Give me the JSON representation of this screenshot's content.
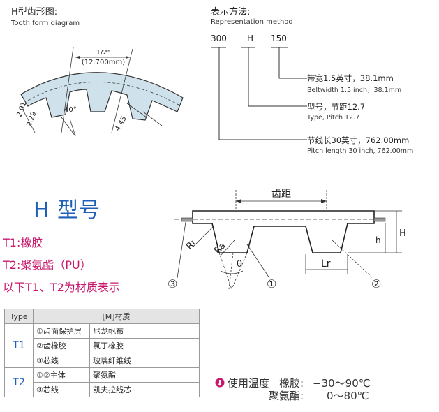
{
  "tooth_diagram": {
    "title": "H型齿形图:",
    "subtitle": "Tooth form diagram",
    "dim_pitch_in": "1/2\"",
    "dim_pitch_mm": "(12.700mm)",
    "dim_a": "2.01",
    "dim_b": "2.29",
    "dim_angle": "40°",
    "dim_c": "4.45"
  },
  "representation": {
    "title": "表示方法:",
    "subtitle": "Representation method",
    "code_length": "300",
    "code_type": "H",
    "code_width": "150",
    "width_cn": "带宽1.5英寸，38.1mm",
    "width_en": "Beltwidth 1.5 inch，38.1mm",
    "type_cn": "型号，节距12.7",
    "type_en": "Type, Pitch 12.7",
    "length_cn": "节线长30英寸，762.00mm",
    "length_en": "Pitch length 30 inch, 762.00mm"
  },
  "model": {
    "title": "H 型号",
    "t1": "T1:橡胶",
    "t2": "T2:聚氨酯（PU）",
    "note": "以下T1、T2为材质表示"
  },
  "profile": {
    "pitch_label": "齿距",
    "rr": "Rr",
    "ra": "Ra",
    "theta": "θ",
    "lr": "Lr",
    "h_small": "h",
    "h_big": "H",
    "c1": "①",
    "c2": "②",
    "c3": "③"
  },
  "materials": {
    "header_type": "Type",
    "header_material": "[M]材质",
    "rows": [
      {
        "type": "T1",
        "part": "①齿面保护层",
        "material": "尼龙帆布"
      },
      {
        "type": "",
        "part": "②齿橡胶",
        "material": "氯丁橡胶"
      },
      {
        "type": "",
        "part": "③芯线",
        "material": "玻璃纤维线"
      },
      {
        "type": "T2",
        "part": "①②主体",
        "material": "聚氨酯"
      },
      {
        "type": "",
        "part": "③芯线",
        "material": "凯夫拉线芯"
      }
    ]
  },
  "temperature": {
    "label": "使用温度",
    "rubber_label": "橡胶:",
    "rubber_range": "−30～90℃",
    "pu_label": "聚氨酯:",
    "pu_range": "0～80℃"
  }
}
